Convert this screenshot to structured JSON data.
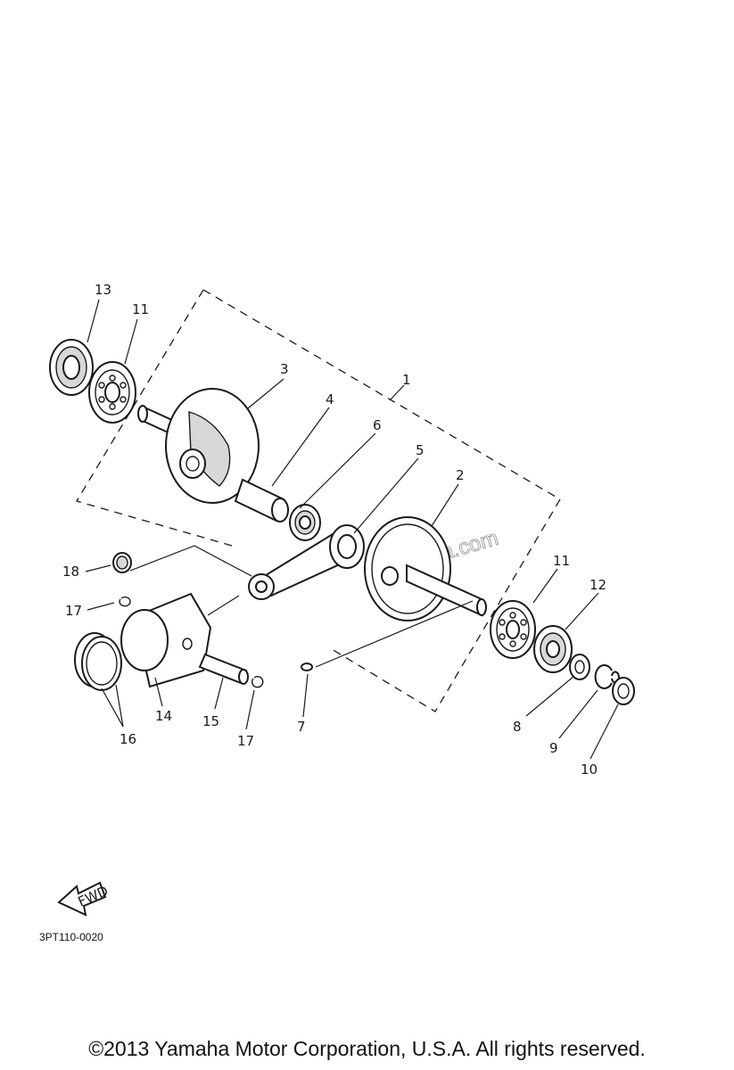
{
  "callouts": {
    "p1": "1",
    "p2": "2",
    "p3": "3",
    "p4": "4",
    "p5": "5",
    "p6": "6",
    "p7": "7",
    "p8": "8",
    "p9": "9",
    "p10": "10",
    "p11a": "11",
    "p11b": "11",
    "p12": "12",
    "p13": "13",
    "p14": "14",
    "p15": "15",
    "p16": "16",
    "p17a": "17",
    "p17b": "17",
    "p18": "18"
  },
  "fwd_label": "FWD",
  "watermark": "Partzilla.com",
  "doc_code": "3PT110-0020",
  "copyright": "©2013 Yamaha Motor Corporation, U.S.A. All rights reserved."
}
